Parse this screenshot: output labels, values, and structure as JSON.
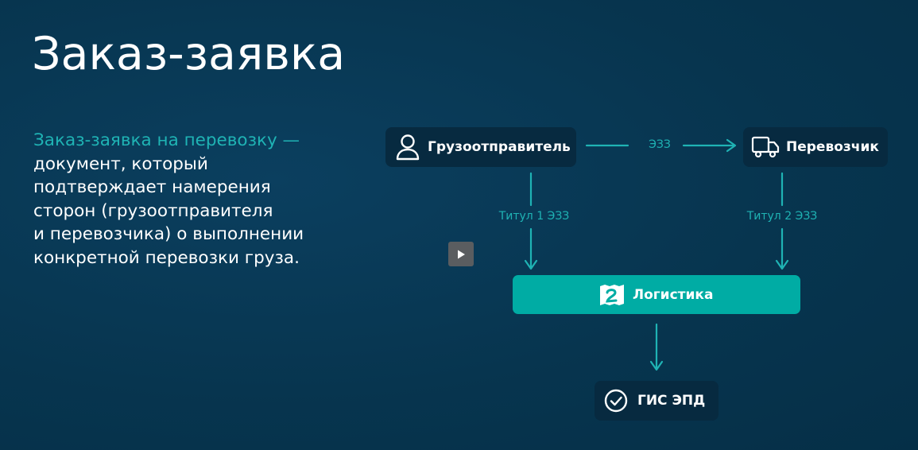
{
  "slide": {
    "title": "Заказ-заявка",
    "description": {
      "term": "Заказ-заявка на перевозку —",
      "lines": [
        "документ, который",
        "подтверждает намерения",
        "сторон (грузоотправителя",
        "и перевозчика) о выполнении",
        "конкретной перевозки груза."
      ]
    }
  },
  "media": {
    "play_icon": "play-icon"
  },
  "diagram": {
    "nodes": {
      "shipper": {
        "label": "Грузоотправитель",
        "icon": "user-icon"
      },
      "carrier": {
        "label": "Перевозчик",
        "icon": "truck-icon"
      },
      "logistics": {
        "label": "Логистика",
        "icon": "logistics-logo-icon"
      },
      "gis": {
        "label": "ГИС ЭПД",
        "icon": "check-circle-icon"
      }
    },
    "edges": {
      "shipper_to_carrier": "ЭЗЗ",
      "shipper_to_logistics": "Титул 1 ЭЗЗ",
      "carrier_to_logistics": "Титул 2 ЭЗЗ"
    },
    "colors": {
      "accent": "#1fb3b4",
      "logistics_fill": "#00aca4",
      "node_fill": "#072a40",
      "background": "#07354f"
    }
  }
}
